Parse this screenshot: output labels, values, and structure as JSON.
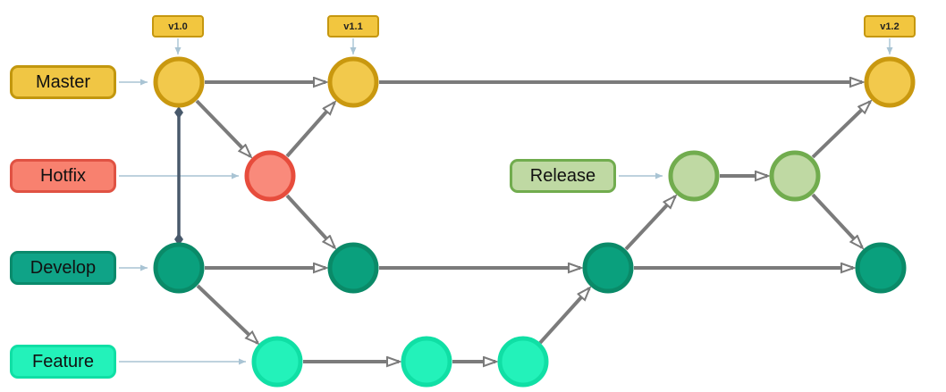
{
  "branches": [
    {
      "label": "Master",
      "box_fill": "#F0C644",
      "box_border": "#C2970E",
      "commit_fill": "#F2C94C",
      "commit_border": "#C9980F",
      "commit_count": 3
    },
    {
      "label": "Hotfix",
      "box_fill": "#F8816F",
      "box_border": "#E05243",
      "commit_fill": "#F98A7B",
      "commit_border": "#E74C3C",
      "commit_count": 1
    },
    {
      "label": "Develop",
      "box_fill": "#0FA387",
      "box_border": "#0A8A6C",
      "commit_fill": "#0AA07D",
      "commit_border": "#0A8A68",
      "commit_count": 4
    },
    {
      "label": "Feature",
      "box_fill": "#23F2BA",
      "box_border": "#10DFA5",
      "commit_fill": "#23F2BA",
      "commit_border": "#10DFA5",
      "commit_count": 3
    },
    {
      "label": "Release",
      "box_fill": "#BFD9A3",
      "box_border": "#71AC4E",
      "commit_fill": "#BFD9A3",
      "commit_border": "#71AC4E",
      "commit_count": 2
    }
  ],
  "tags": [
    {
      "label": "v1.0",
      "attached_to": "master-commit-1"
    },
    {
      "label": "v1.1",
      "attached_to": "master-commit-2"
    },
    {
      "label": "v1.2",
      "attached_to": "master-commit-3"
    }
  ],
  "edges": [
    "master-1 -> master-2",
    "master-2 -> master-3",
    "master-1 -> hotfix-1 (branch)",
    "hotfix-1 -> master-2 (merge)",
    "hotfix-1 -> develop-2 (merge)",
    "master-1 <> develop-1 (diamond link)",
    "develop-1 -> develop-2",
    "develop-2 -> develop-3",
    "develop-3 -> develop-4",
    "develop-1 -> feature-1 (branch)",
    "feature-1 -> feature-2",
    "feature-2 -> feature-3",
    "feature-3 -> develop-3 (merge)",
    "develop-3 -> release-1 (branch)",
    "release-1 -> release-2",
    "release-2 -> master-3 (merge)",
    "release-2 -> develop-4 (merge)"
  ],
  "colors": {
    "edge_arrow": "#7B7B7B",
    "label_connector": "#A9C4D4",
    "master_develop_link": "#48596B",
    "tag_fill": "#F2C63F",
    "tag_border": "#C5970F",
    "background": "#FFFFFF"
  }
}
